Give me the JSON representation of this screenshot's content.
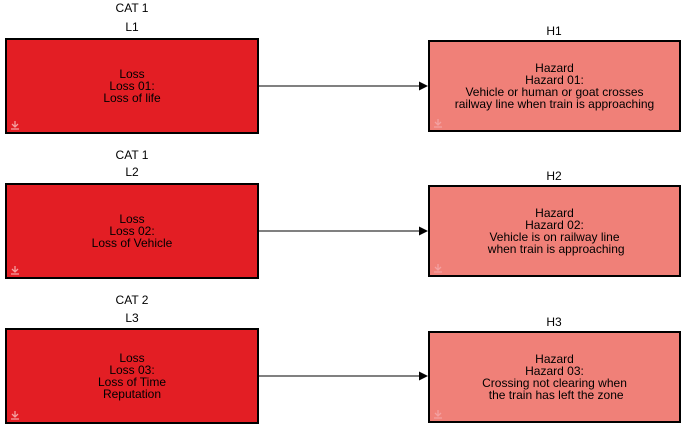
{
  "colors": {
    "loss_fill": "#e31e24",
    "hazard_fill": "#f08078",
    "border": "#000000",
    "arrow": "#000000",
    "port_icon": "#f4a0a0"
  },
  "rows": [
    {
      "category": "CAT 1",
      "loss": {
        "id": "L1",
        "lines": [
          "Loss",
          "Loss 01:",
          "Loss of life"
        ]
      },
      "hazard": {
        "id": "H1",
        "lines": [
          "Hazard",
          "Hazard 01:",
          "Vehicle or human or goat crosses",
          "railway line when train is approaching"
        ]
      }
    },
    {
      "category": "CAT 1",
      "loss": {
        "id": "L2",
        "lines": [
          "Loss",
          "Loss 02:",
          "Loss of Vehicle"
        ]
      },
      "hazard": {
        "id": "H2",
        "lines": [
          "Hazard",
          "Hazard 02:",
          "Vehicle is on railway line",
          " when train is approaching"
        ]
      }
    },
    {
      "category": "CAT 2",
      "loss": {
        "id": "L3",
        "lines": [
          "Loss",
          "Loss 03:",
          "Loss of Time",
          "Reputation"
        ]
      },
      "hazard": {
        "id": "H3",
        "lines": [
          "Hazard",
          "Hazard 03:",
          "Crossing not clearing when",
          " the train has left the zone"
        ]
      }
    }
  ],
  "icons": {
    "port": "port-arrow-icon"
  }
}
